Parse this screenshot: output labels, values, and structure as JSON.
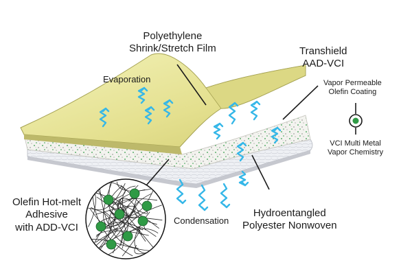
{
  "labels": {
    "polyethylene": {
      "line1": "Polyethylene",
      "line2": "Shrink/Stretch Film"
    },
    "transhield": {
      "line1": "Transhield",
      "line2": "AAD-VCI"
    },
    "evaporation": "Evaporation",
    "vapor_coating": {
      "line1": "Vapor Permeable",
      "line2": "Olefin Coating"
    },
    "vci_chemistry": {
      "line1": "VCI Multi Metal",
      "line2": "Vapor Chemistry"
    },
    "olefin_adhesive": {
      "line1": "Olefin Hot-melt",
      "line2": "Adhesive",
      "line3": "with ADD-VCI"
    },
    "condensation": "Condensation",
    "nonwoven": {
      "line1": "Hydroentangled",
      "line2": "Polyester Nonwoven"
    }
  },
  "colors": {
    "film": "#ecea9e",
    "film_edge": "#a4a151",
    "vapor": "#35b7e8",
    "vci_dot": "#2f9a45",
    "nonwoven": "#e7e9ee",
    "leader": "#1a1a1a"
  }
}
